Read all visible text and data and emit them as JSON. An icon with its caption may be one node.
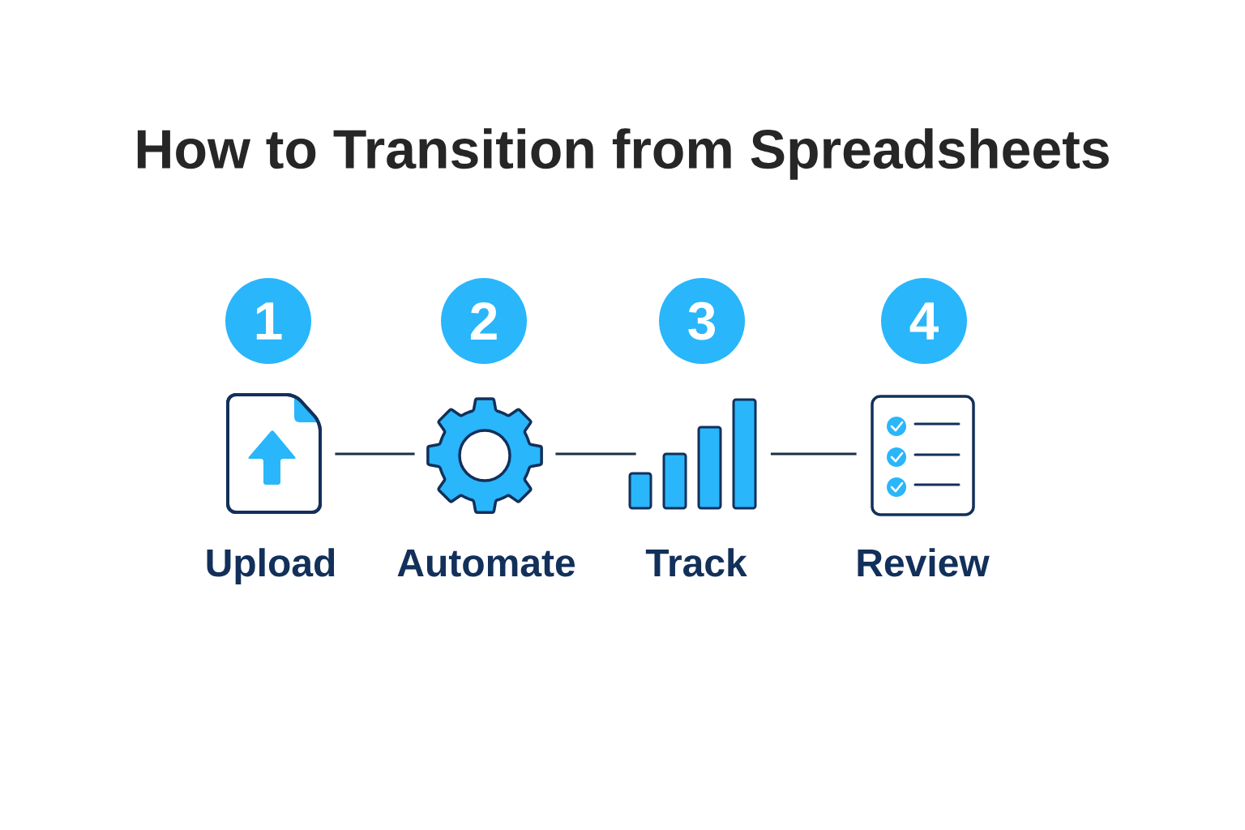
{
  "diagram": {
    "title": "How to Transition from Spreadsheets",
    "nodes": [
      {
        "text": [
          "1"
        ]
      },
      {
        "text": [
          "2"
        ]
      },
      {
        "text": [
          "3"
        ]
      },
      {
        "text": [
          "4"
        ]
      },
      {
        "text": [
          "Upload"
        ]
      },
      {
        "text": [
          "Automate"
        ]
      },
      {
        "text": [
          "Track"
        ]
      },
      {
        "text": [
          "Review"
        ]
      }
    ],
    "edges": [
      {
        "from": 4,
        "to": 5,
        "arrow": "none"
      },
      {
        "from": 5,
        "to": 6,
        "arrow": "none"
      },
      {
        "from": 6,
        "to": 7,
        "arrow": "none"
      }
    ]
  }
}
